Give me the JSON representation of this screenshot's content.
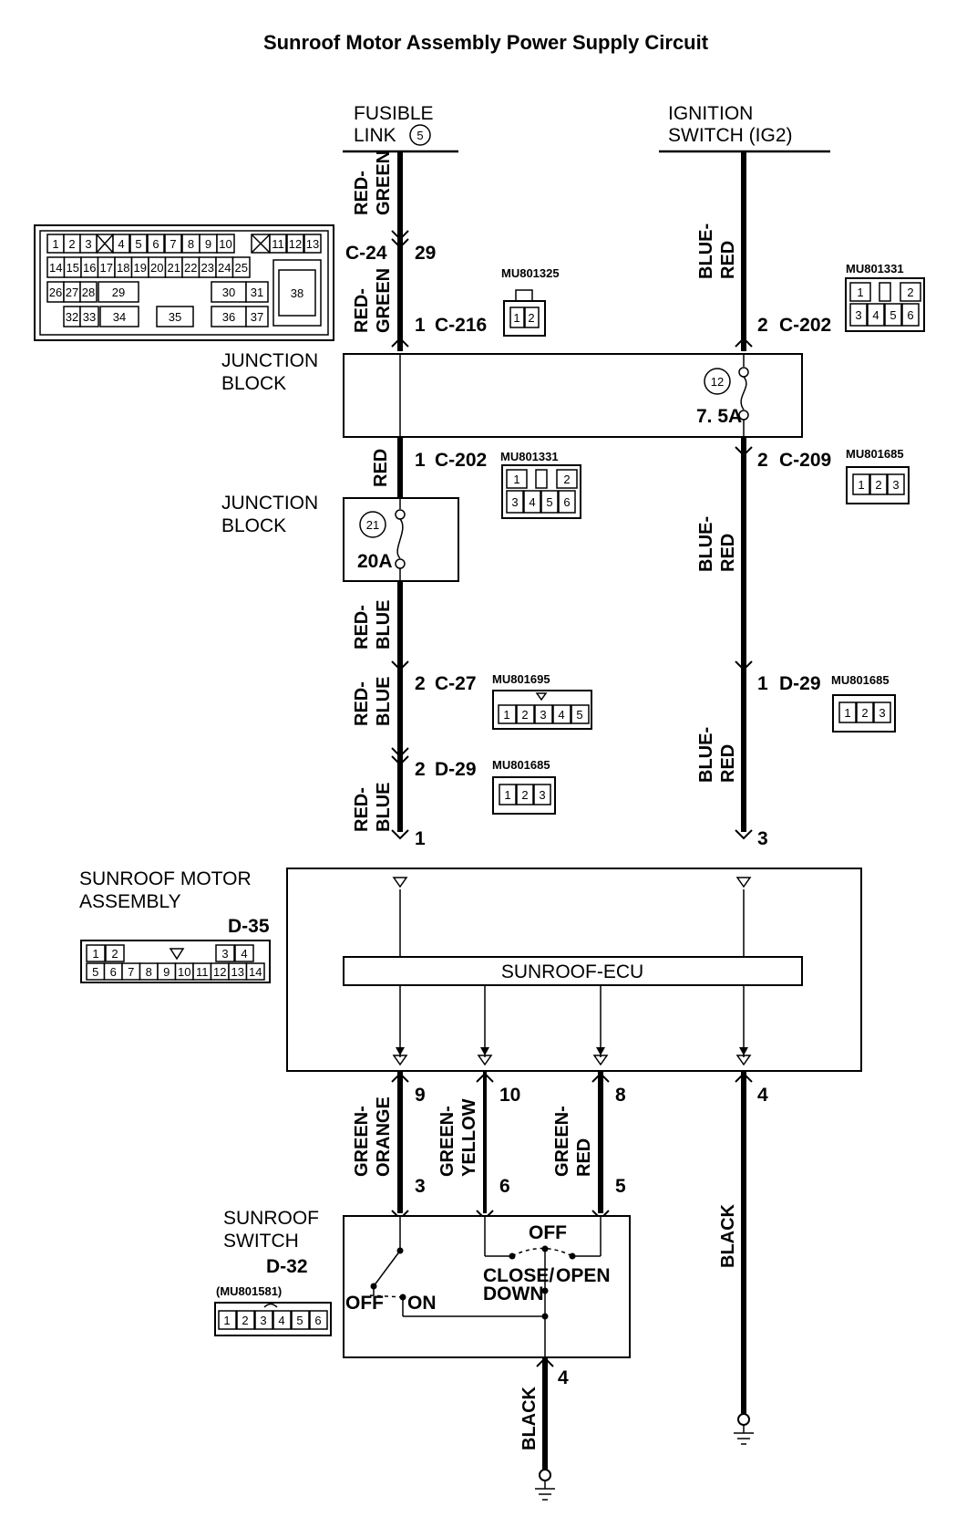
{
  "title": "Sunroof Motor Assembly Power Supply Circuit",
  "sources": {
    "fusible_link": [
      "FUSIBLE",
      "LINK"
    ],
    "fusible_link_num": "5",
    "ignition_switch": [
      "IGNITION",
      "SWITCH (IG2)"
    ]
  },
  "wires": {
    "red_green": [
      "RED-",
      "GREEN"
    ],
    "red": "RED",
    "red_blue": [
      "RED-",
      "BLUE"
    ],
    "blue_red": [
      "BLUE-",
      "RED"
    ],
    "green_orange": [
      "GREEN-",
      "ORANGE"
    ],
    "green_yellow": [
      "GREEN-",
      "YELLOW"
    ],
    "green_red": [
      "GREEN-",
      "RED"
    ],
    "black": "BLACK"
  },
  "connectors": {
    "c24": {
      "label": "C-24",
      "pin": "29"
    },
    "c216": {
      "label": "C-216",
      "pin": "1",
      "part": "MU801325",
      "pins": [
        "1",
        "2"
      ]
    },
    "c202_top": {
      "label": "C-202",
      "pin": "2",
      "part": "MU801331",
      "pins": [
        "1",
        "2",
        "3",
        "4",
        "5",
        "6"
      ]
    },
    "c202_mid": {
      "label": "C-202",
      "pin": "1",
      "part": "MU801331",
      "pins": [
        "1",
        "2",
        "3",
        "4",
        "5",
        "6"
      ]
    },
    "c209": {
      "label": "C-209",
      "pin": "2",
      "part": "MU801685",
      "pins": [
        "1",
        "2",
        "3"
      ]
    },
    "c27": {
      "label": "C-27",
      "pin": "2",
      "part": "MU801695",
      "pins": [
        "1",
        "2",
        "3",
        "4",
        "5"
      ]
    },
    "d29_right": {
      "label": "D-29",
      "pin": "1",
      "part": "MU801685",
      "pins": [
        "1",
        "2",
        "3"
      ]
    },
    "d29_left": {
      "label": "D-29",
      "pin": "2",
      "part": "MU801685",
      "pins": [
        "1",
        "2",
        "3"
      ]
    }
  },
  "big_connector_pins": {
    "row1": [
      "1",
      "2",
      "3",
      "4",
      "5",
      "6",
      "7",
      "8",
      "9",
      "10",
      "11",
      "12",
      "13"
    ],
    "row2": [
      "14",
      "15",
      "16",
      "17",
      "18",
      "19",
      "20",
      "21",
      "22",
      "23",
      "24",
      "25"
    ],
    "row3": [
      "26",
      "27",
      "28",
      "29",
      "30",
      "31"
    ],
    "row4": [
      "32",
      "33",
      "34",
      "35",
      "36",
      "37"
    ],
    "big": "38"
  },
  "junction_block": {
    "label": [
      "JUNCTION",
      "BLOCK"
    ],
    "fuse12": {
      "num": "12",
      "rating": "7. 5A"
    },
    "fuse21": {
      "num": "21",
      "rating": "20A"
    }
  },
  "motor_assembly": {
    "label": [
      "SUNROOF MOTOR",
      "ASSEMBLY"
    ],
    "connector": "D-35",
    "ecu": "SUNROOF-ECU",
    "pins_in": [
      "1",
      "3"
    ],
    "pins_out": [
      "9",
      "10",
      "8",
      "4"
    ],
    "conn_row1": [
      "1",
      "2",
      "3",
      "4"
    ],
    "conn_row2": [
      "5",
      "6",
      "7",
      "8",
      "9",
      "10",
      "11",
      "12",
      "13",
      "14"
    ]
  },
  "sunroof_switch": {
    "label": [
      "SUNROOF",
      "SWITCH"
    ],
    "connector": "D-32",
    "part": "(MU801581)",
    "pins": [
      "1",
      "2",
      "3",
      "4",
      "5",
      "6"
    ],
    "pin_labels": [
      "3",
      "6",
      "5",
      "4"
    ],
    "off": "OFF",
    "on": "ON",
    "close_down": [
      "CLOSE/",
      "DOWN"
    ],
    "open": "OPEN"
  }
}
